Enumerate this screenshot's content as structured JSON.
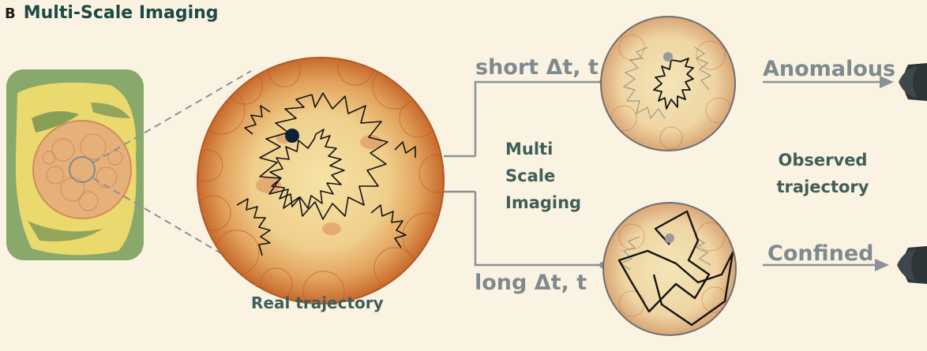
{
  "panel": {
    "letter": "B",
    "title": "Multi-Scale Imaging"
  },
  "labels": {
    "short": "short Δt, t",
    "long": "long Δt, t",
    "multi": [
      "Multi",
      "Scale",
      "Imaging"
    ],
    "anomalous": "Anomalous",
    "confined": "Confined",
    "observed": [
      "Observed",
      "trajectory"
    ],
    "real": "Real trajectory"
  },
  "colors": {
    "background": "#fbf3e2",
    "title": "#1d4a46",
    "label_grey": "#7f8a8f",
    "label_teal": "#3f5e5a",
    "cell_green": "#7fa06a",
    "cell_yellow": "#e8dc78",
    "nucleus": "#e6b07a",
    "trajectory": "#141414",
    "tracer_dot": "#0e1f3a"
  },
  "icons": [
    "eye-icon-top",
    "eye-icon-bottom",
    "arrow-icon"
  ]
}
